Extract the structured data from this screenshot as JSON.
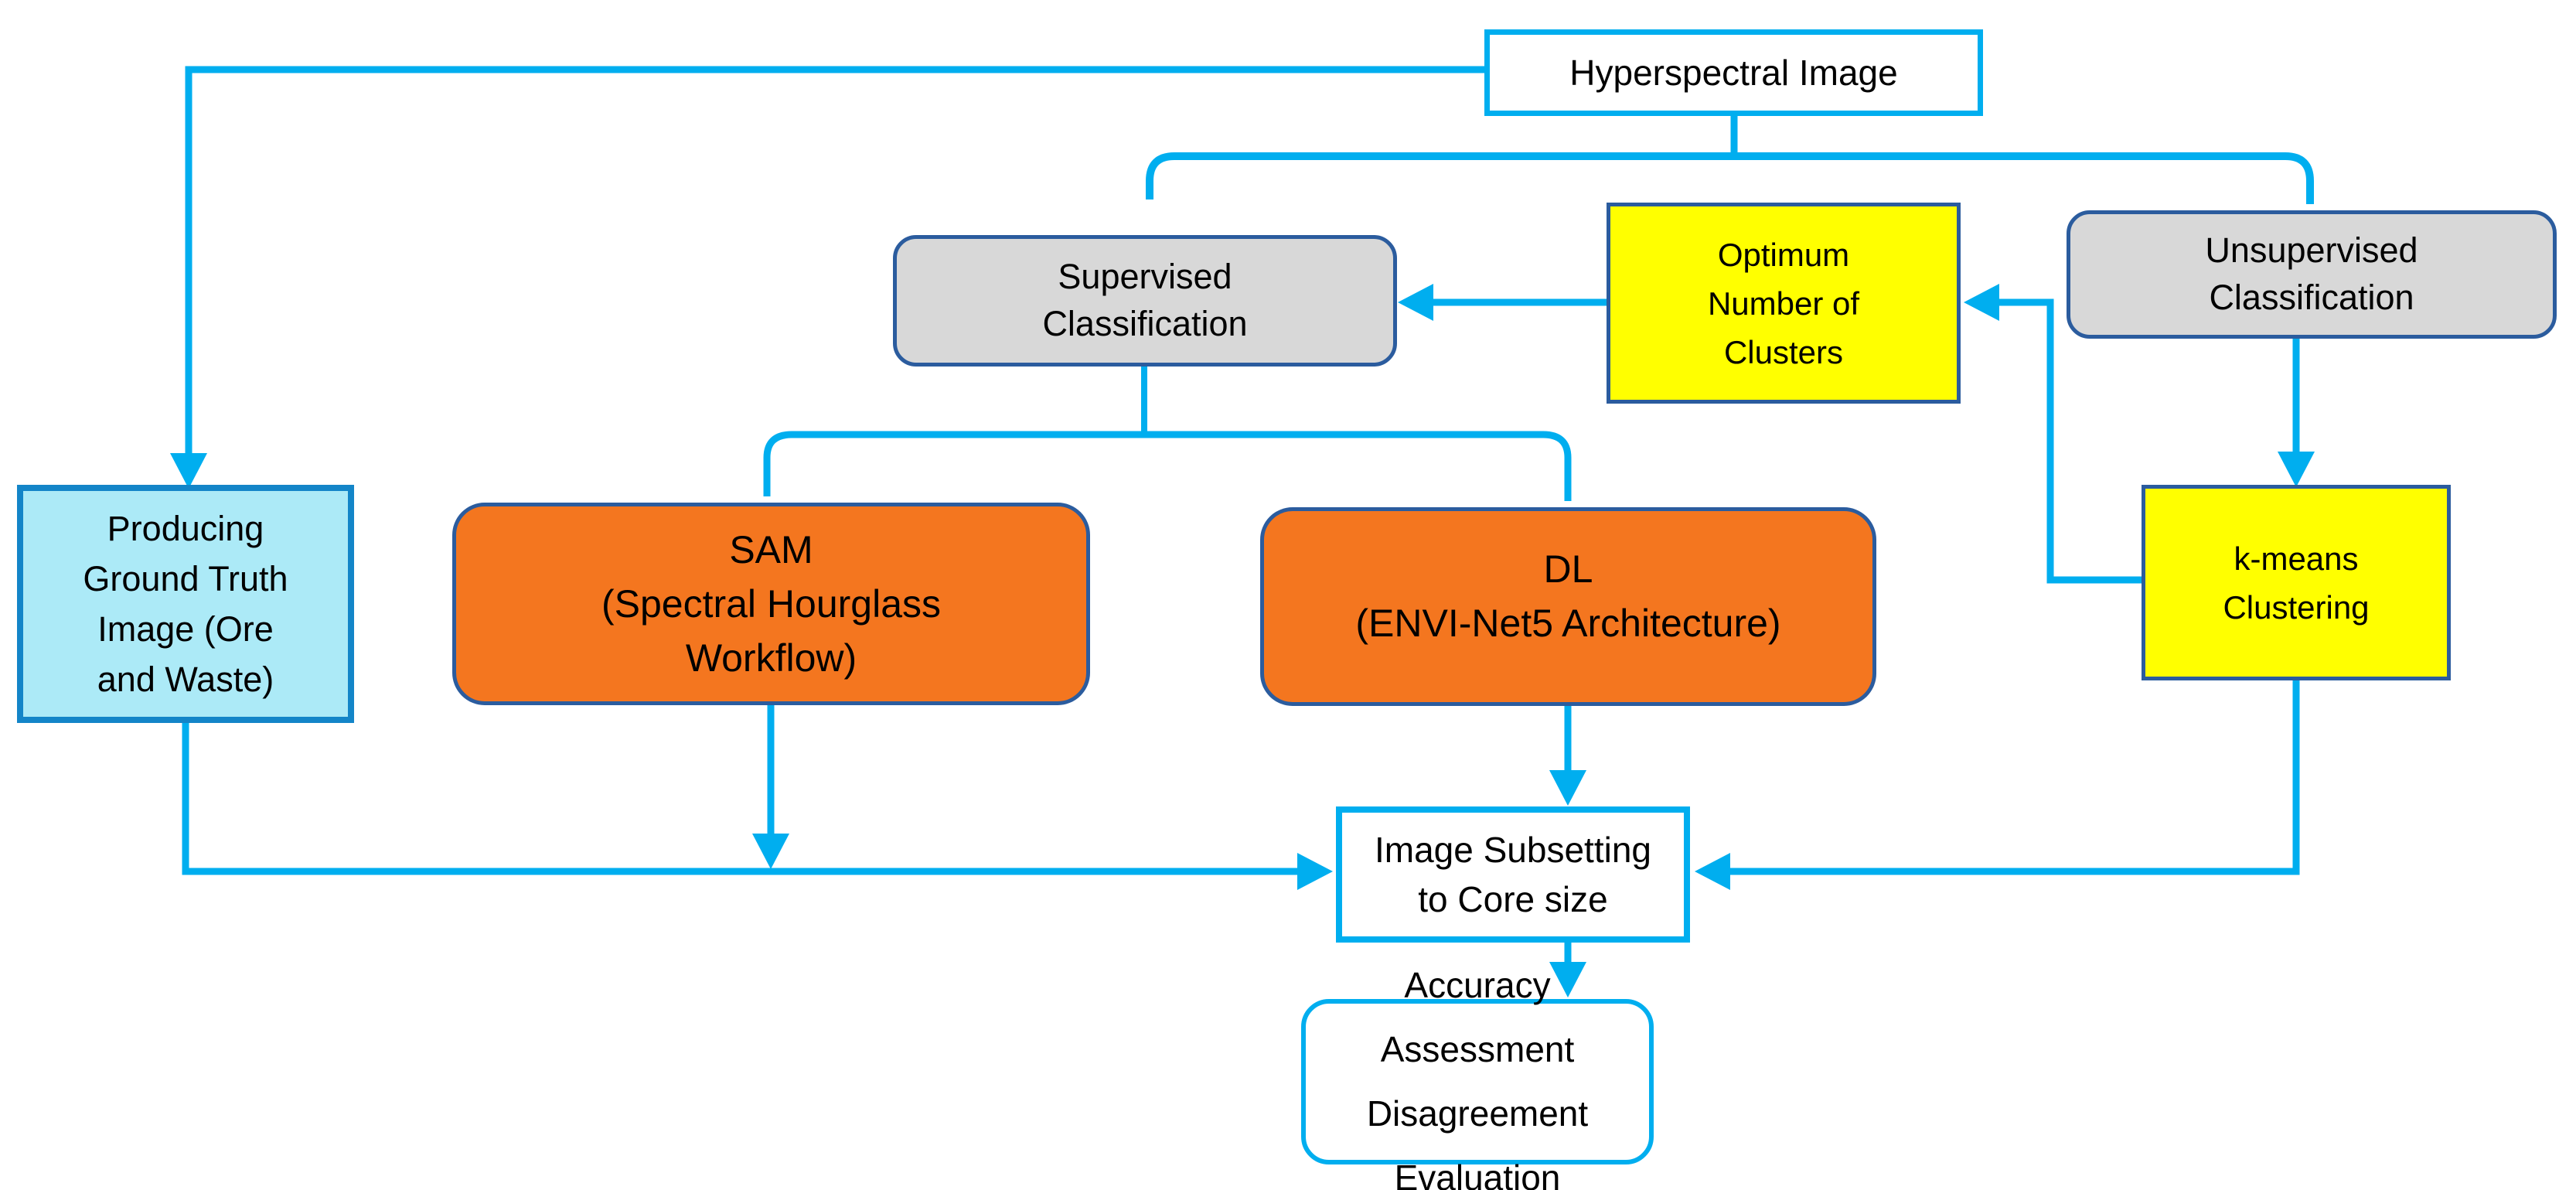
{
  "diagram": {
    "colors": {
      "connector": "#00AEEF",
      "light_box_border": "#00AEEF",
      "ground_truth_border": "#1385C8",
      "dark_box_border": "#2B5C9E",
      "orange_fill": "#F4761F",
      "yellow_fill": "#FFFF00",
      "gray_fill": "#D8D8D8",
      "light_cyan_fill": "#ACEAF7",
      "white_fill": "#FFFFFF",
      "text": "#000000"
    },
    "nodes": {
      "hyperspectral_image": {
        "label": "Hyperspectral Image"
      },
      "supervised_classification": {
        "label": "Supervised\nClassification"
      },
      "optimum_clusters": {
        "label": "Optimum\nNumber of\nClusters"
      },
      "unsupervised_classification": {
        "label": "Unsupervised\nClassification"
      },
      "ground_truth": {
        "label": "Producing\nGround Truth\nImage (Ore\nand Waste)"
      },
      "sam": {
        "label": "SAM\n(Spectral Hourglass\nWorkflow)"
      },
      "dl": {
        "label": "DL\n(ENVI-Net5 Architecture)"
      },
      "kmeans": {
        "label": "k-means\nClustering"
      },
      "image_subsetting": {
        "label": "Image Subsetting\nto Core size"
      },
      "accuracy_assessment": {
        "label": "Accuracy Assessment\nDisagreement Evaluation"
      }
    },
    "edges": [
      {
        "from": "hyperspectral_image",
        "to": "ground_truth",
        "arrow": true
      },
      {
        "from": "hyperspectral_image",
        "to": "supervised_classification",
        "arrow": false
      },
      {
        "from": "hyperspectral_image",
        "to": "unsupervised_classification",
        "arrow": false
      },
      {
        "from": "optimum_clusters",
        "to": "supervised_classification",
        "arrow": true
      },
      {
        "from": "unsupervised_classification",
        "to": "kmeans",
        "arrow": true
      },
      {
        "from": "kmeans",
        "to": "optimum_clusters",
        "arrow": true
      },
      {
        "from": "supervised_classification",
        "to": "sam",
        "arrow": false
      },
      {
        "from": "supervised_classification",
        "to": "dl",
        "arrow": false
      },
      {
        "from": "ground_truth",
        "to": "image_subsetting",
        "arrow": true
      },
      {
        "from": "sam",
        "to": "image_subsetting",
        "arrow": true
      },
      {
        "from": "dl",
        "to": "image_subsetting",
        "arrow": true
      },
      {
        "from": "kmeans",
        "to": "image_subsetting",
        "arrow": true
      },
      {
        "from": "image_subsetting",
        "to": "accuracy_assessment",
        "arrow": true
      }
    ]
  }
}
